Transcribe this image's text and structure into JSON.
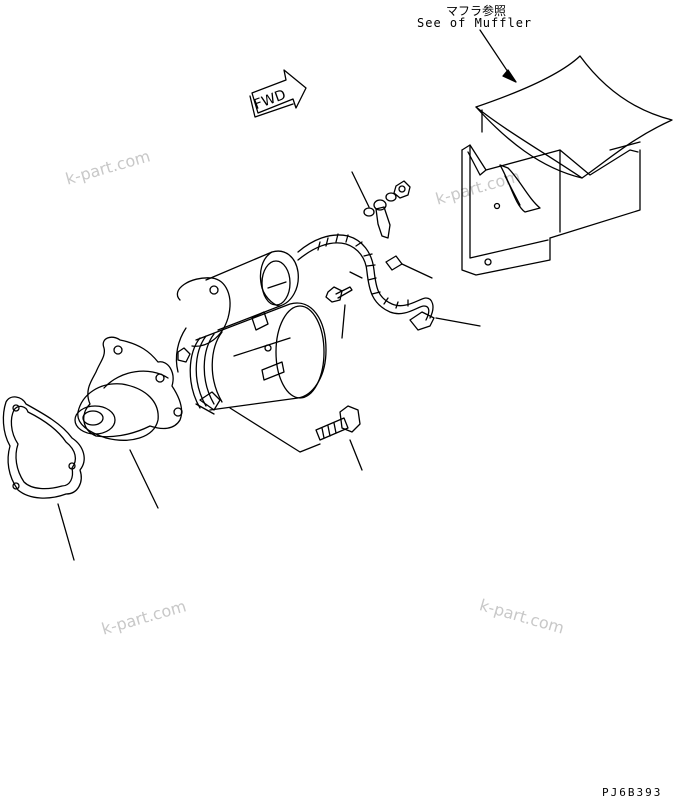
{
  "notes": {
    "muffler_reference_jp": "マフラ参照",
    "muffler_reference_en": "See of Muffler",
    "forward_arrow_label": "FWD",
    "drawing_code": "PJ6B393"
  },
  "watermarks": [
    "k-part.com",
    "k-part.com",
    "k-part.com",
    "k-part.com"
  ]
}
